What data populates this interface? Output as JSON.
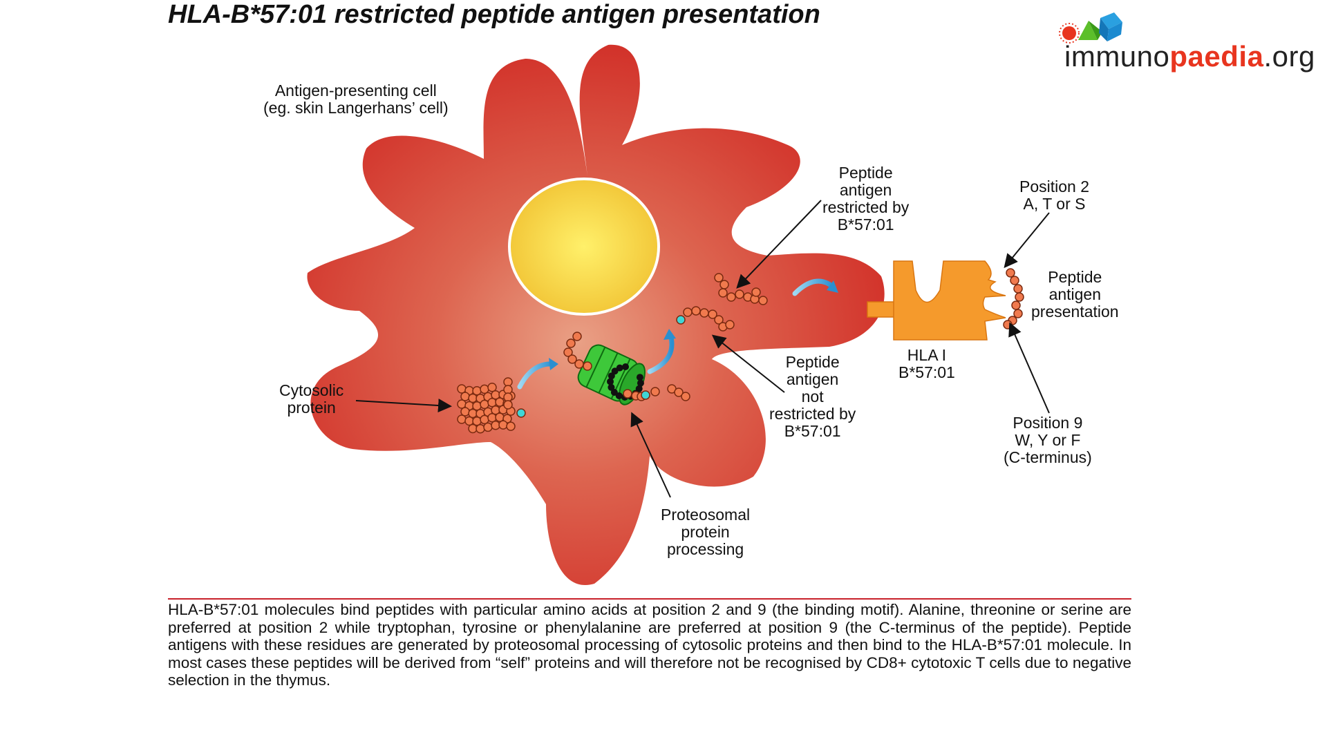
{
  "title": "HLA-B*57:01 restricted peptide antigen presentation",
  "logo": {
    "part1": "immuno",
    "part2": "paedia",
    "part3": ".org"
  },
  "labels": {
    "apc_line1": "Antigen-presenting cell",
    "apc_line2": "(eg. skin Langerhans’ cell)",
    "cytosolic_line1": "Cytosolic",
    "cytosolic_line2": "protein",
    "proteosomal_line1": "Proteosomal",
    "proteosomal_line2": "protein",
    "proteosomal_line3": "processing",
    "restricted_line1": "Peptide",
    "restricted_line2": "antigen",
    "restricted_line3": "restricted by",
    "restricted_line4": "B*57:01",
    "not_restricted_line1": "Peptide",
    "not_restricted_line2": "antigen",
    "not_restricted_line3": "not",
    "not_restricted_line4": "restricted by",
    "not_restricted_line5": "B*57:01",
    "hla_line1": "HLA I",
    "hla_line2": "B*57:01",
    "pos2_line1": "Position 2",
    "pos2_line2": "A, T or S",
    "presentation_line1": "Peptide",
    "presentation_line2": "antigen",
    "presentation_line3": "presentation",
    "pos9_line1": "Position 9",
    "pos9_line2": "W, Y or F",
    "pos9_line3": "(C-terminus)"
  },
  "caption": "HLA-B*57:01 molecules bind peptides with particular amino acids at position 2 and 9 (the binding motif). Alanine, threonine or serine are preferred at position 2 while tryptophan, tyrosine or phenylalanine are preferred at position 9 (the C-terminus of the peptide). Peptide antigens with these residues are generated by proteosomal processing of cytosolic proteins and then bind to the HLA-B*57:01 molecule. In most cases these peptides will be derived from “self” proteins and will therefore not be recognised by CD8+ cytotoxic T cells due to negative selection in the thymus.",
  "colors": {
    "cell": "#d63a2e",
    "cell_center": "#e8957a",
    "nucleus": "#f2cf3a",
    "bead": "#f07a4e",
    "proteasome": "#3ec83a",
    "hla": "#f59a2c",
    "arrow": "#4aa7dc",
    "terminus": "#3fd6d6",
    "rule": "#c8202a",
    "logo_accent": "#e8351f"
  },
  "icons": [
    "cell-icon",
    "nucleus-icon",
    "proteasome-icon",
    "hla-molecule-icon",
    "peptide-chain-icon",
    "curved-arrow-icon",
    "logo-cube-icon"
  ]
}
